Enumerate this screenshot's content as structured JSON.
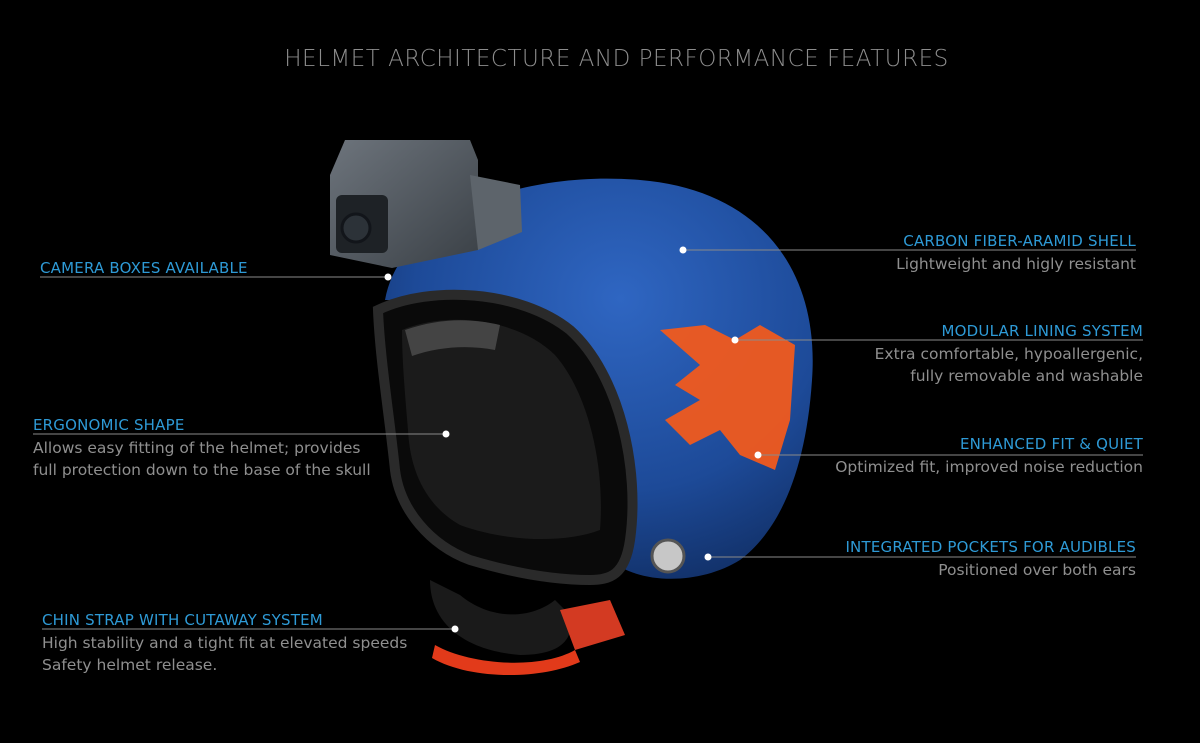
{
  "title": "HELMET ARCHITECTURE AND PERFORMANCE FEATURES",
  "colors": {
    "background": "#000000",
    "heading": "#2e9ad6",
    "text": "#8f8f8f",
    "helmet_shell": "#1e4fa0",
    "helmet_graphic": "#f05a1e"
  },
  "features": [
    {
      "heading": "CAMERA BOXES AVAILABLE",
      "lines": []
    },
    {
      "heading": "ERGONOMIC SHAPE",
      "lines": [
        "Allows easy fitting of the helmet; provides",
        "full protection down to the base of the skull"
      ]
    },
    {
      "heading": "CHIN STRAP WITH CUTAWAY SYSTEM",
      "lines": [
        "High stability and a tight fit at elevated speeds",
        "Safety helmet release."
      ]
    },
    {
      "heading": "CARBON FIBER-ARAMID SHELL",
      "lines": [
        "Lightweight and higly resistant"
      ]
    },
    {
      "heading": "MODULAR LINING SYSTEM",
      "lines": [
        "Extra comfortable, hypoallergenic,",
        "fully removable and washable"
      ]
    },
    {
      "heading": "ENHANCED FIT & QUIET",
      "lines": [
        "Optimized fit, improved noise reduction"
      ]
    },
    {
      "heading": "INTEGRATED POCKETS FOR AUDIBLES",
      "lines": [
        "Positioned over both ears"
      ]
    }
  ]
}
